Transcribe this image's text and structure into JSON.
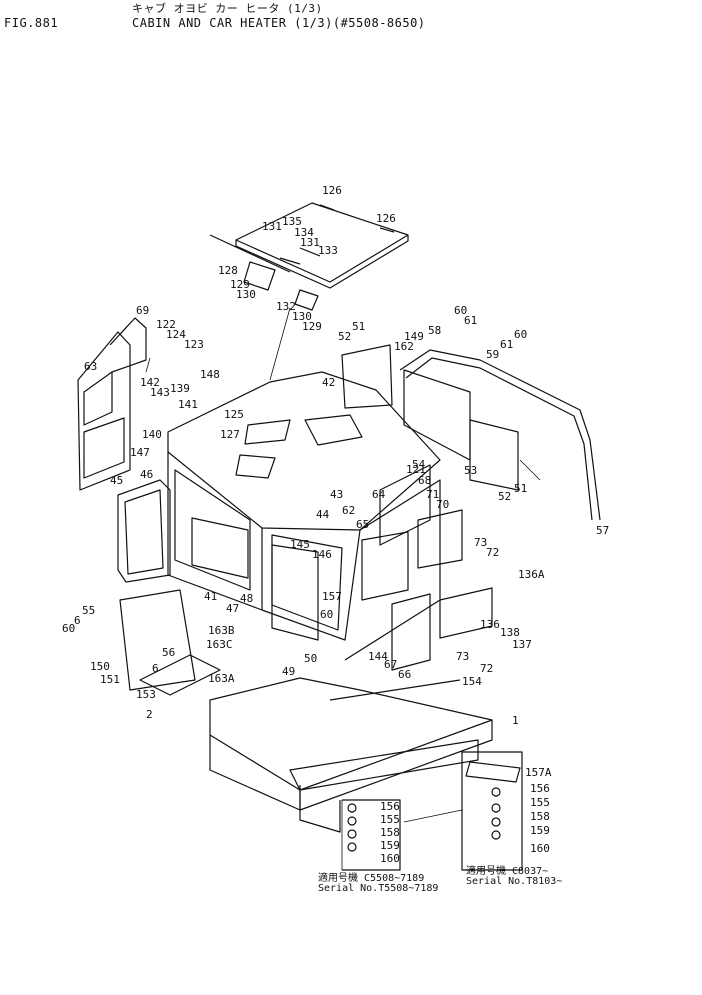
{
  "header": {
    "fig_no": "FIG.881",
    "title_jp": "キャブ オヨビ カー ヒータ (1/3)",
    "title_en": "CABIN AND CAR HEATER (1/3)(#5508-8650)"
  },
  "callouts": [
    "126",
    "126",
    "131",
    "135",
    "134",
    "131",
    "133",
    "128",
    "129",
    "130",
    "132",
    "130",
    "129",
    "69",
    "122",
    "124",
    "123",
    "63",
    "142",
    "143",
    "139",
    "141",
    "140",
    "148",
    "125",
    "127",
    "42",
    "52",
    "51",
    "149",
    "162",
    "61",
    "58",
    "60",
    "59",
    "61",
    "60",
    "121",
    "147",
    "46",
    "45",
    "43",
    "44",
    "62",
    "65",
    "64",
    "68",
    "71",
    "70",
    "73",
    "72",
    "136A",
    "41",
    "47",
    "48",
    "145",
    "146",
    "157",
    "55",
    "60",
    "6",
    "163B",
    "163C",
    "60",
    "150",
    "6",
    "151",
    "56",
    "163A",
    "153",
    "2",
    "49",
    "50",
    "144",
    "154",
    "66",
    "67",
    "73",
    "72",
    "136",
    "138",
    "137",
    "1",
    "54",
    "53",
    "52",
    "51",
    "57"
  ],
  "detail_left": {
    "items": [
      "156",
      "155",
      "158",
      "159",
      "160"
    ],
    "caption_jp": "適用号機 C5508~7189",
    "caption_serial": "Serial No.T5508~7189"
  },
  "detail_right": {
    "items": [
      "157A",
      "156",
      "155",
      "158",
      "159",
      "160"
    ],
    "caption_jp": "適用号機 C8037~",
    "caption_serial": "Serial No.T8103~"
  }
}
